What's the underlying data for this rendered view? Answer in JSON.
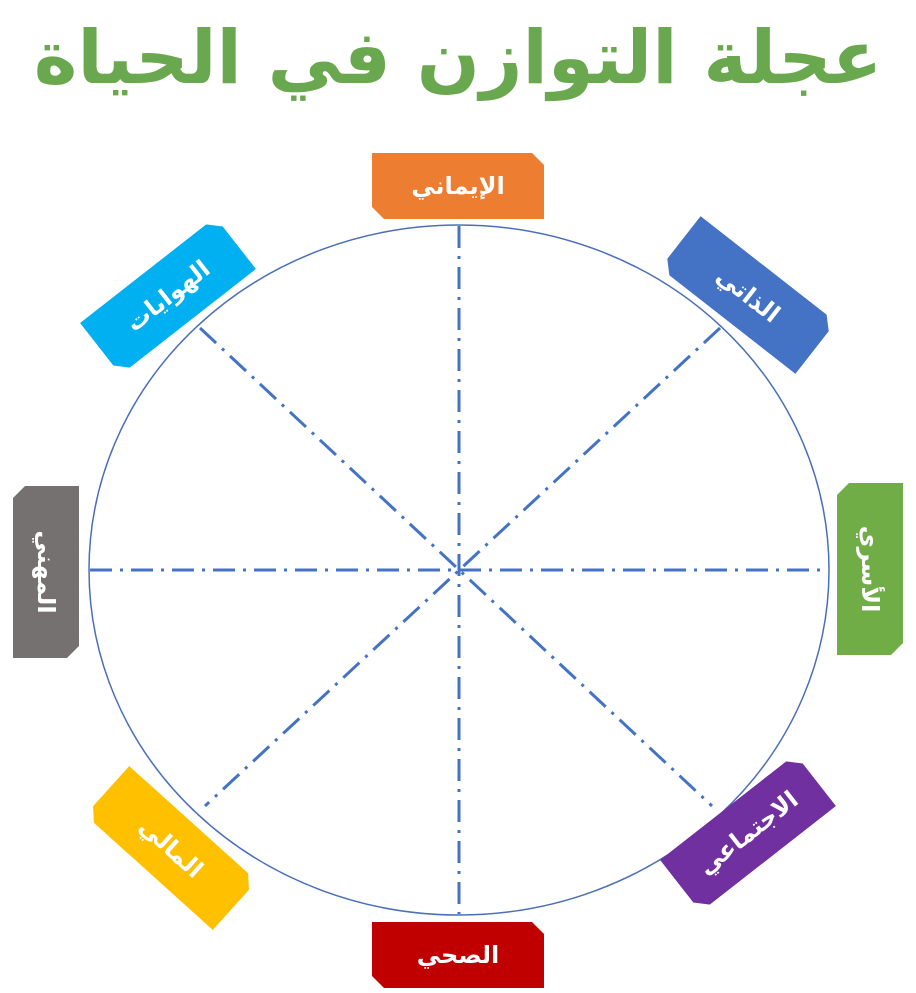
{
  "title": "عجلة التوازن في الحياة",
  "colors": {
    "title": "#6aa84f",
    "circle_stroke": "#4a6fb8",
    "spokes": "#4472c4",
    "spiritual": "#ed7d31",
    "personal": "#4472c4",
    "family": "#70ad47",
    "social": "#7030a0",
    "health": "#c00000",
    "financial": "#ffc000",
    "professional": "#767171",
    "hobbies": "#00b0f0"
  },
  "categories": {
    "spiritual": "الإيماني",
    "personal": "الذاتي",
    "family": "الأسري",
    "social": "الاجتماعي",
    "health": "الصحي",
    "financial": "المالي",
    "professional": "المهني",
    "hobbies": "الهوايات"
  }
}
